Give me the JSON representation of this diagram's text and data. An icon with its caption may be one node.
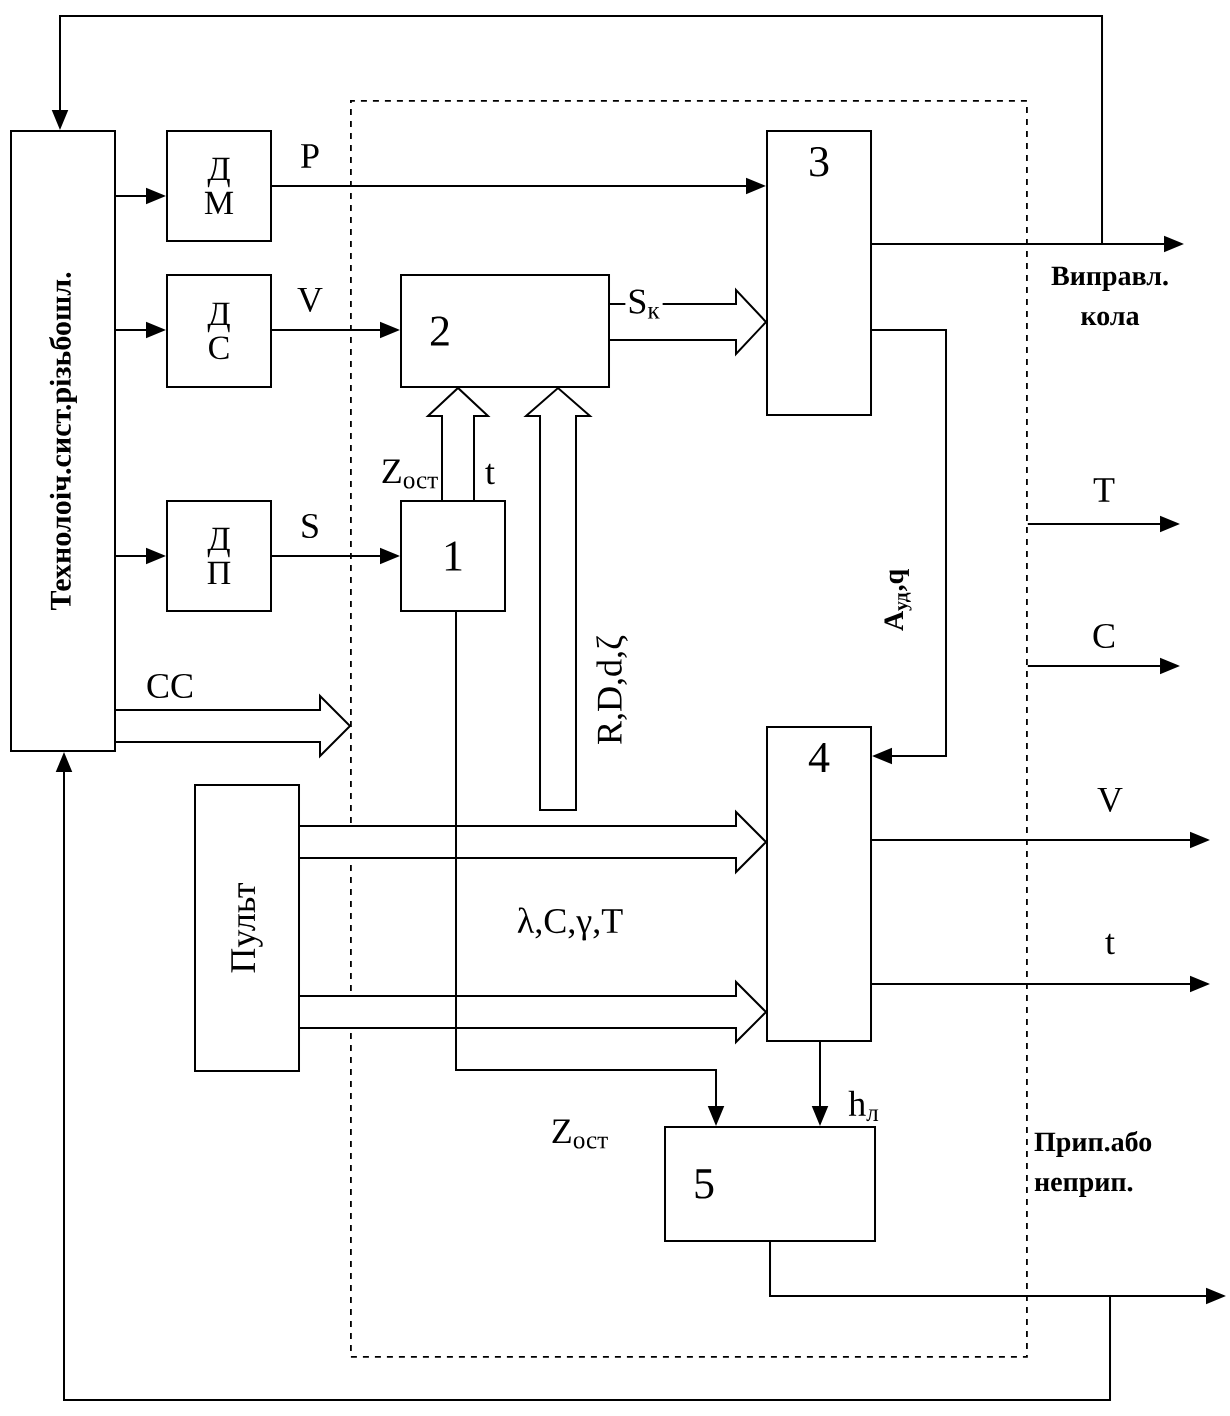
{
  "diagram": {
    "nodes": [
      {
        "text": [
          "Технолоіч.сист.різьбошл."
        ]
      },
      {
        "text": [
          "Д М"
        ]
      },
      {
        "text": [
          "Д С"
        ]
      },
      {
        "text": [
          "Д П"
        ]
      },
      {
        "text": [],
        "shape": "box"
      },
      {
        "text": [
          "2"
        ],
        "in": 4
      },
      {
        "text": [
          "1"
        ],
        "in": 4
      },
      {
        "text": [
          "3"
        ],
        "in": 4
      },
      {
        "text": [
          "4"
        ],
        "in": 4
      },
      {
        "text": [
          "5"
        ],
        "in": 4
      },
      {
        "text": [
          "Пульт"
        ]
      }
    ],
    "edges": [
      {
        "from": 0,
        "to": 1,
        "arrow": "to"
      },
      {
        "from": 0,
        "to": 2,
        "arrow": "to"
      },
      {
        "from": 0,
        "to": 3,
        "arrow": "to"
      },
      {
        "from": 1,
        "to": 7,
        "arrow": "to",
        "label": "P"
      },
      {
        "from": 2,
        "to": 5,
        "arrow": "to",
        "label": "V"
      },
      {
        "from": 3,
        "to": 6,
        "arrow": "to",
        "label": "S"
      },
      {
        "from": 6,
        "to": 5,
        "arrow": "to",
        "style": "thick"
      },
      {
        "from": null,
        "to": 5,
        "arrow": "to",
        "style": "thick",
        "label": "R,D,d,ζ"
      },
      {
        "from": 5,
        "to": 7,
        "arrow": "to",
        "style": "thick",
        "label": "S$_{к}$"
      },
      {
        "from": 7,
        "to": null,
        "arrow": "to",
        "label": "Виправл. кола"
      },
      {
        "from": 7,
        "to": 0,
        "arrow": "to"
      },
      {
        "from": 7,
        "to": 8,
        "arrow": "to",
        "label": "A$_{уд}$,q"
      },
      {
        "from": 4,
        "to": null,
        "arrow": "to",
        "label": "T"
      },
      {
        "from": 4,
        "to": null,
        "arrow": "to",
        "label": "C"
      },
      {
        "from": 0,
        "to": 4,
        "arrow": "to",
        "style": "thick",
        "label": "CC"
      },
      {
        "from": 10,
        "to": 8,
        "arrow": "to",
        "style": "thick"
      },
      {
        "from": 10,
        "to": 8,
        "arrow": "to",
        "style": "thick",
        "label": "λ,C,γ,T"
      },
      {
        "from": 8,
        "to": null,
        "arrow": "to",
        "label": "V"
      },
      {
        "from": 8,
        "to": null,
        "arrow": "to",
        "label": "t"
      },
      {
        "from": 6,
        "to": 9,
        "arrow": "to",
        "label": "Z$_{ост}$"
      },
      {
        "from": 8,
        "to": 9,
        "arrow": "to",
        "label": "h$_{л}$"
      },
      {
        "from": 9,
        "to": null,
        "arrow": "to",
        "label": "Прип.або неприп."
      },
      {
        "from": 9,
        "to": 0,
        "arrow": "to"
      }
    ],
    "labels": [
      "Z$_{ост}$",
      "t"
    ]
  }
}
